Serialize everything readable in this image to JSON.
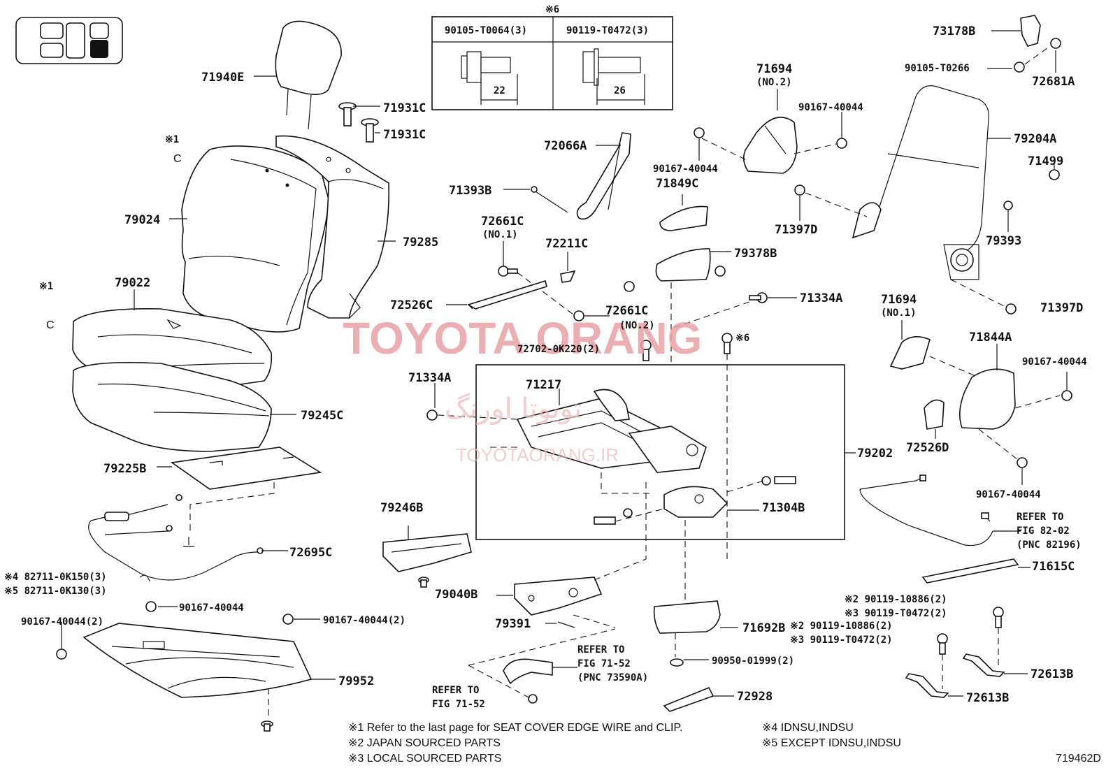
{
  "diagram_id": "719462D",
  "watermark": {
    "main": "TOYOTA ORANG",
    "arabic": "تویوتا اورنگ",
    "site": "TOYOTAORANG.IR"
  },
  "inset_table": {
    "mark": "※6",
    "col1_part": "90105-T0064(3)",
    "col1_dim": "22",
    "col2_part": "90119-T0472(3)",
    "col2_dim": "26"
  },
  "labels": {
    "l71940E": "71940E",
    "l71931C_a": "71931C",
    "l71931C_b": "71931C",
    "mark1_a": "※1",
    "mark1_a_sub": "C",
    "mark1_b": "※1",
    "mark1_b_sub": "C",
    "l79024": "79024",
    "l79285": "79285",
    "l79022": "79022",
    "l79245C": "79245C",
    "l79225B": "79225B",
    "l72695C": "72695C",
    "l82711_a": "※4 82711-0K150(3)",
    "l82711_b": "※5 82711-0K130(3)",
    "l90167_left1": "90167-40044",
    "l90167_left2": "90167-40044(2)",
    "l90167_left3": "90167-40044(2)",
    "l79952": "79952",
    "l72066A": "72066A",
    "l71393B": "71393B",
    "l72661C_1": "72661C",
    "l72661C_1_sub": "(NO.1)",
    "l72211C": "72211C",
    "l72526C": "72526C",
    "l72661C_2": "72661C",
    "l72661C_2_sub": "(NO.2)",
    "l72702": "72702-0K220(2)",
    "l71334A_a": "71334A",
    "l71217": "71217",
    "l79246B": "79246B",
    "l79040B": "79040B",
    "l79391": "79391",
    "refer_71_52_a_1": "REFER TO",
    "refer_71_52_a_2": "FIG 71-52",
    "refer_71_52_a_3": "(PNC 73590A)",
    "refer_71_52_b_1": "REFER TO",
    "refer_71_52_b_2": "FIG 71-52",
    "l71694_top": "71694",
    "l71694_top_sub": "(NO.2)",
    "l90167_mid1": "90167-40044",
    "l90167_mid2": "90167-40044",
    "l71849C": "71849C",
    "l79378B": "79378B",
    "l71334A_b": "71334A",
    "l_mark6": "※6",
    "l79202": "79202",
    "l71304B": "71304B",
    "l71692B": "71692B",
    "l90950": "90950-01999(2)",
    "l72928": "72928",
    "l73178B": "73178B",
    "l90105_T0266": "90105-T0266",
    "l72681A": "72681A",
    "l79204A": "79204A",
    "l71499": "71499",
    "l71397D_a": "71397D",
    "l79393": "79393",
    "l71397D_b": "71397D",
    "l71694_r": "71694",
    "l71694_r_sub": "(NO.1)",
    "l71844A": "71844A",
    "l90167_r1": "90167-40044",
    "l72526D": "72526D",
    "l90167_r2": "90167-40044",
    "refer_82_1": "REFER TO",
    "refer_82_2": "FIG 82-02",
    "refer_82_3": "(PNC 82196)",
    "l71615C": "71615C",
    "l90119_a1": "※2 90119-10886(2)",
    "l90119_a2": "※3 90119-T0472(2)",
    "l90119_b1": "※2 90119-10886(2)",
    "l90119_b2": "※3 90119-T0472(2)",
    "l72613B_a": "72613B",
    "l72613B_b": "72613B"
  },
  "footnotes": {
    "n1": "※1  Refer to the last page for SEAT COVER EDGE WIRE and CLIP.",
    "n2": "※2  JAPAN SOURCED PARTS",
    "n3": "※3  LOCAL SOURCED PARTS",
    "n4": "※4 IDNSU,INDSU",
    "n5": "※5 EXCEPT IDNSU,INDSU"
  }
}
